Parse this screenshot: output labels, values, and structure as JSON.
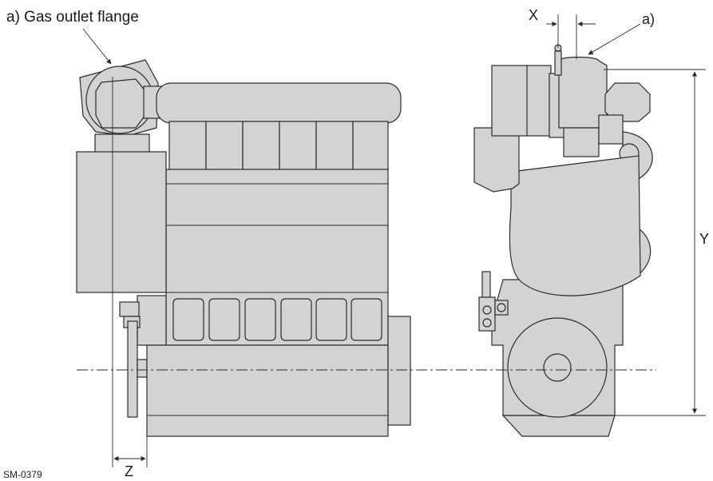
{
  "labels": {
    "gas_outlet": "a) Gas outlet flange",
    "a_marker": "a)",
    "dim_x": "X",
    "dim_y": "Y",
    "dim_z": "Z",
    "drawing_id": "SM-0379"
  },
  "colors": {
    "part_fill": "#d2d3d5",
    "outline": "#2b2b2b",
    "text": "#1a1a1a"
  }
}
